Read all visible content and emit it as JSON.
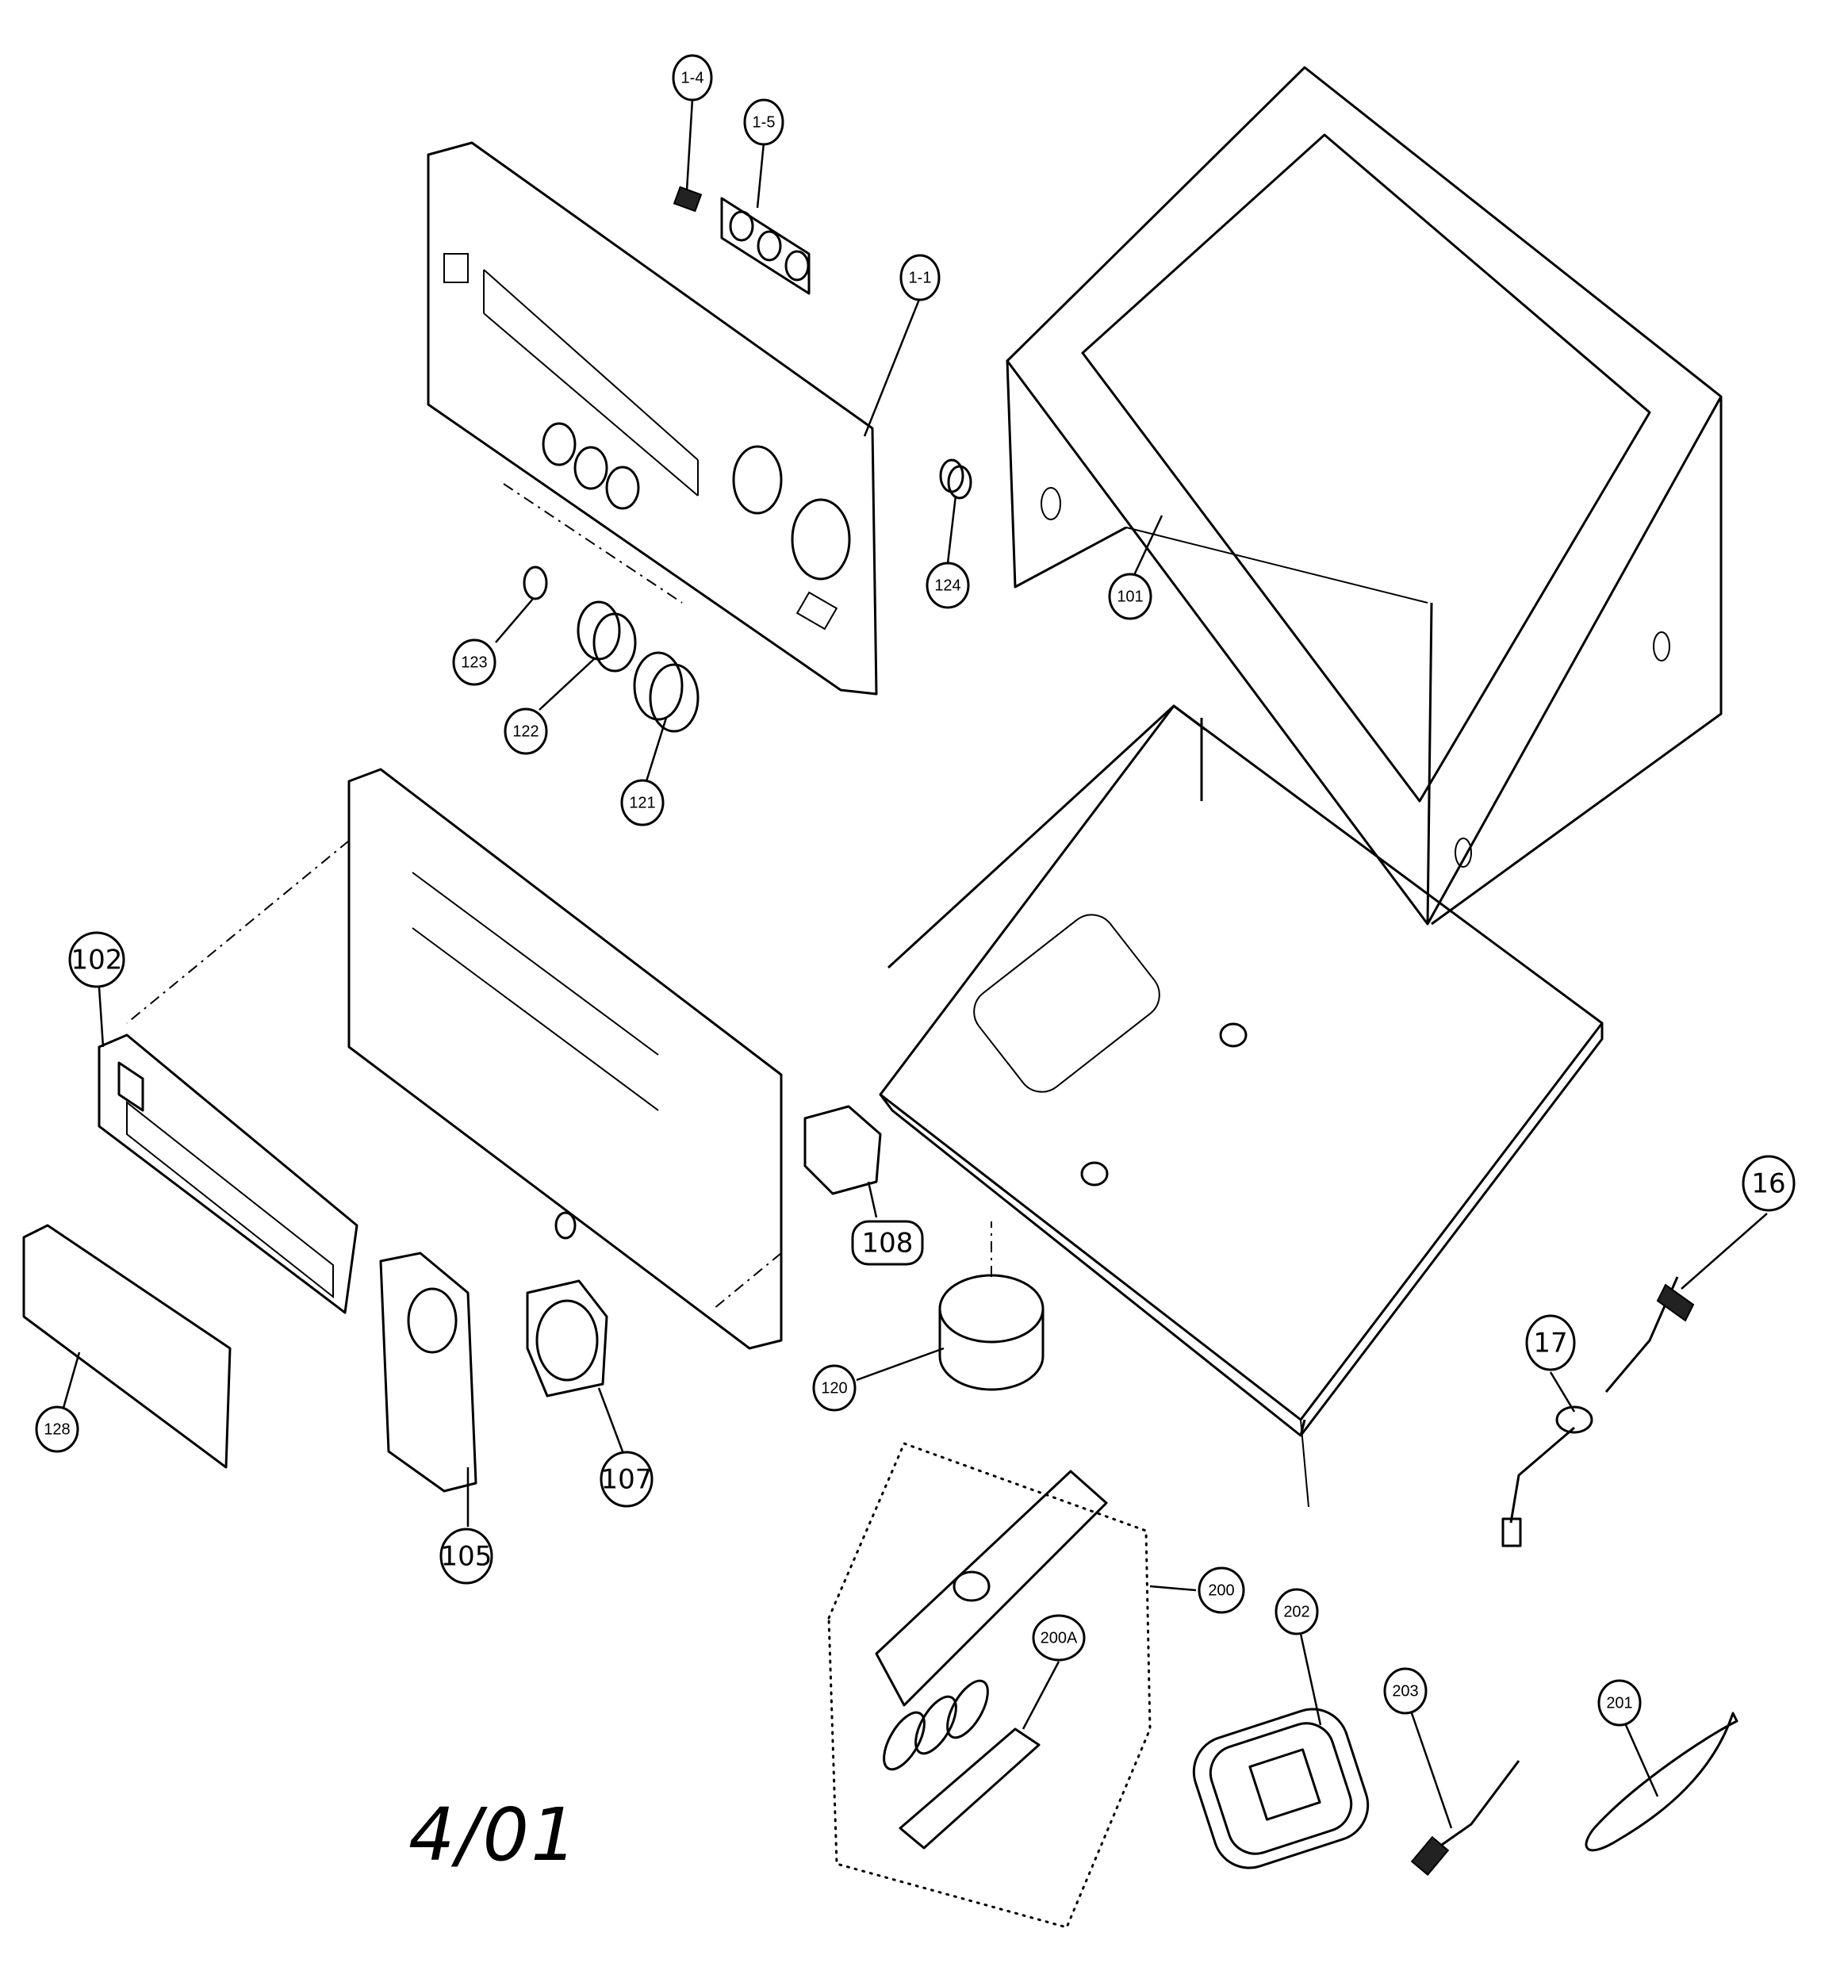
{
  "diagram": {
    "date_code": "4/01",
    "callouts": [
      {
        "id": "1-4",
        "label": "1-4"
      },
      {
        "id": "1-5",
        "label": "1-5"
      },
      {
        "id": "1-1",
        "label": "1-1"
      },
      {
        "id": "124",
        "label": "124"
      },
      {
        "id": "101",
        "label": "101"
      },
      {
        "id": "123",
        "label": "123"
      },
      {
        "id": "122",
        "label": "122"
      },
      {
        "id": "121",
        "label": "121"
      },
      {
        "id": "102",
        "label": "102"
      },
      {
        "id": "128",
        "label": "128"
      },
      {
        "id": "105",
        "label": "105"
      },
      {
        "id": "107",
        "label": "107"
      },
      {
        "id": "108",
        "label": "108"
      },
      {
        "id": "120",
        "label": "120"
      },
      {
        "id": "16",
        "label": "16"
      },
      {
        "id": "17",
        "label": "17"
      },
      {
        "id": "200",
        "label": "200"
      },
      {
        "id": "200A",
        "label": "200A"
      },
      {
        "id": "202",
        "label": "202"
      },
      {
        "id": "203",
        "label": "203"
      },
      {
        "id": "201",
        "label": "201"
      }
    ]
  }
}
